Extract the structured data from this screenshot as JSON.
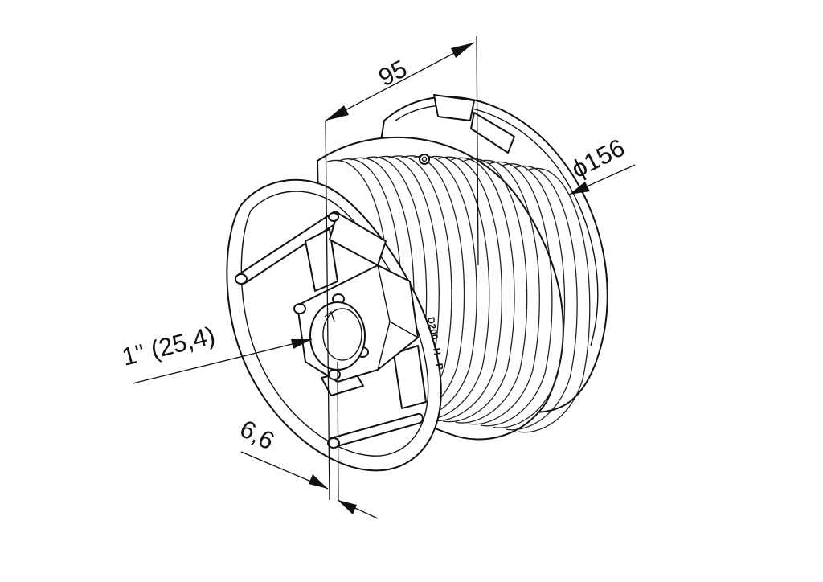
{
  "dimensions": {
    "length": "95",
    "diameter": "ϕ156",
    "bore": "1\" (25,4)",
    "offset": "6,6"
  },
  "part_marking": "D200 - H - P"
}
